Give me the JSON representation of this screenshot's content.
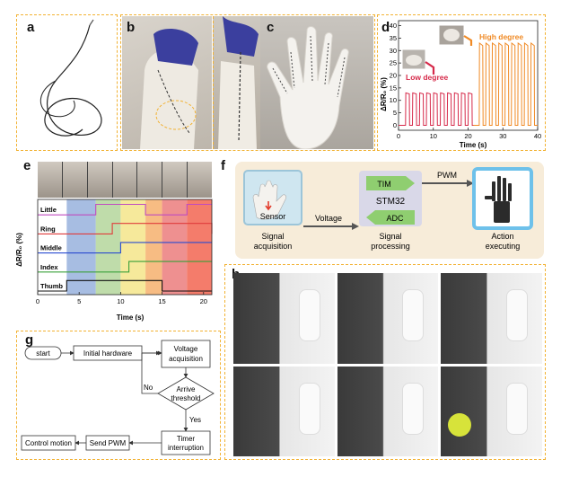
{
  "figure": {
    "panels": {
      "a": "a",
      "b": "b",
      "c": "c",
      "d": "d",
      "e": "e",
      "f": "f",
      "g": "g",
      "h": "h"
    },
    "colors": {
      "dashed_border": "#f2b233",
      "low_degree": "#d62a4a",
      "high_degree": "#f08a25",
      "flow_panel_bg": "#f7ecd9",
      "acq_box": "#cfe6f0",
      "proc_box": "#d9d8e8",
      "exec_box": "#6ec1ea",
      "green_arrow": "#8fce70"
    }
  },
  "panel_d": {
    "ylabel": "ΔR/R₀ (%)",
    "xlabel": "Time (s)",
    "low_label": "Low degree",
    "high_label": "High degree",
    "chart_data": {
      "type": "line",
      "xlabel": "Time (s)",
      "ylabel": "ΔR/R₀ (%)",
      "xlim": [
        0,
        40
      ],
      "ylim": [
        -2,
        42
      ],
      "xticks": [
        "0",
        "10",
        "20",
        "30",
        "40"
      ],
      "yticks": [
        "0",
        "5",
        "10",
        "15",
        "20",
        "25",
        "30",
        "35",
        "40"
      ],
      "series": [
        {
          "name": "Low degree",
          "color": "#d62a4a",
          "pulses": {
            "start": 2.0,
            "period": 2.0,
            "count": 10,
            "peak": 13,
            "base": 0
          }
        },
        {
          "name": "High degree",
          "color": "#f08a25",
          "pulses": {
            "start": 23.2,
            "period": 1.85,
            "count": 9,
            "peak": 33,
            "base": 0
          }
        }
      ]
    }
  },
  "panel_e": {
    "ylabel": "ΔR/R₀ (%)",
    "xlabel": "Time (s)",
    "xticks": [
      "0",
      "5",
      "10",
      "15",
      "20"
    ],
    "rows": [
      "Little",
      "Ring",
      "Middle",
      "Index",
      "Thumb"
    ],
    "band_colors": [
      "#8aa7d8",
      "#a9d08e",
      "#f3e27a",
      "#f4a55a",
      "#e86b6b",
      "#f0503a"
    ],
    "chart_data": {
      "type": "line",
      "xlabel": "Time (s)",
      "xlim": [
        0,
        21
      ],
      "series": [
        {
          "name": "Little",
          "color": "#c04cc0",
          "steps": [
            [
              0,
              0
            ],
            [
              7,
              1
            ],
            [
              13,
              0
            ],
            [
              18,
              1
            ],
            [
              21,
              1
            ]
          ]
        },
        {
          "name": "Ring",
          "color": "#e03c3c",
          "steps": [
            [
              0,
              0
            ],
            [
              9,
              1
            ],
            [
              18,
              1
            ],
            [
              21,
              0
            ]
          ]
        },
        {
          "name": "Middle",
          "color": "#2a4bd0",
          "steps": [
            [
              0,
              0
            ],
            [
              10,
              1
            ],
            [
              21,
              1
            ]
          ]
        },
        {
          "name": "Index",
          "color": "#3aa03a",
          "steps": [
            [
              0,
              0
            ],
            [
              11,
              1
            ],
            [
              21,
              1
            ]
          ]
        },
        {
          "name": "Thumb",
          "color": "#111111",
          "steps": [
            [
              0,
              0
            ],
            [
              3.5,
              1
            ],
            [
              15,
              0
            ],
            [
              21,
              0
            ]
          ]
        }
      ]
    }
  },
  "panel_f": {
    "sensor": "Sensor",
    "voltage": "Voltage",
    "pwm": "PWM",
    "tim": "TIM",
    "stm": "STM32",
    "adc": "ADC",
    "acq_label_1": "Signal",
    "acq_label_2": "acquisition",
    "proc_label_1": "Signal",
    "proc_label_2": "processing",
    "exec_label_1": "Action",
    "exec_label_2": "executing"
  },
  "panel_g": {
    "start": "start",
    "init": "Initial hardware",
    "volt_1": "Voltage",
    "volt_2": "acquisition",
    "thresh_1": "Arrive",
    "thresh_2": "threshold",
    "no": "No",
    "yes": "Yes",
    "timer_1": "Timer",
    "timer_2": "interruption",
    "pwm": "Send PWM",
    "control": "Control motion"
  }
}
